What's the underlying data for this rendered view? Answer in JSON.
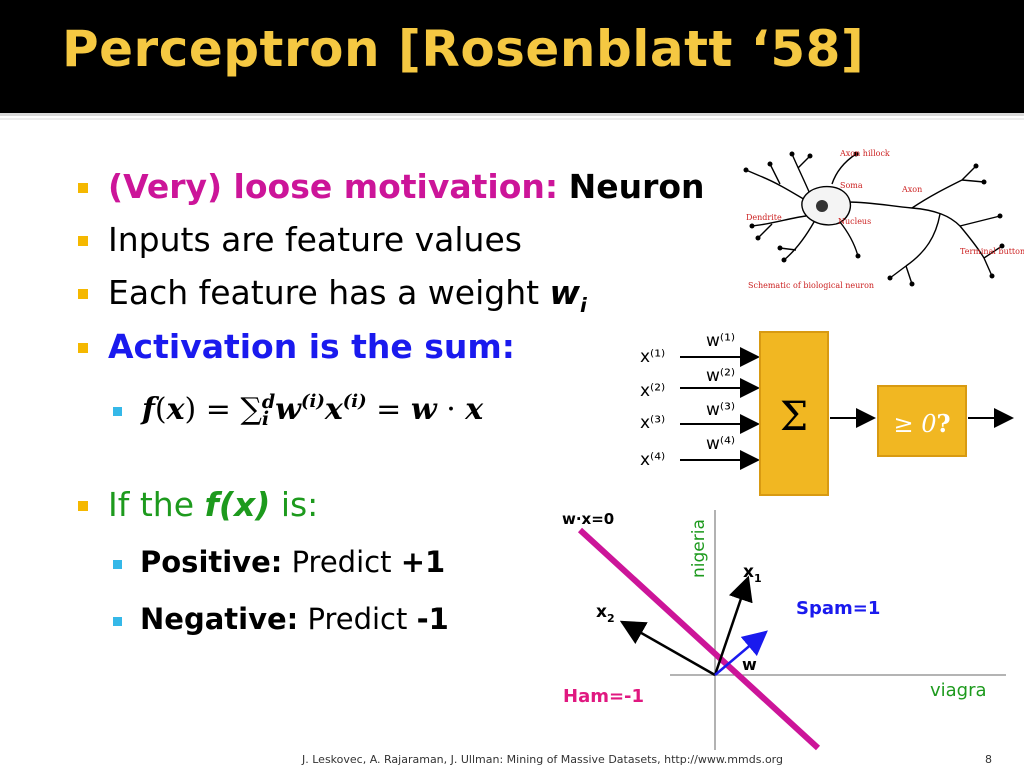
{
  "title": "Perceptron [Rosenblatt ‘58]",
  "bullets": {
    "b1_colored": "(Very) loose motivation:",
    "b1_bold": "Neuron",
    "b2": "Inputs are feature values",
    "b3": "Each feature has a weight",
    "b3_var": "w",
    "b3_sub": "i",
    "b4": "Activation is the sum:",
    "formula": {
      "f": "f",
      "lp": "(",
      "x": "x",
      "rp": ")",
      "eq": " = ",
      "sum": "∑",
      "sum_top": "d",
      "sum_bot": "i",
      "w": "w",
      "sup_i": "(i)",
      "x2": "x",
      "sup_i2": "(i)",
      "eq2": " = ",
      "w2": "w",
      "dot": " · ",
      "x3": "x"
    },
    "b5_pre": "If the",
    "b5_f": "f(x)",
    "b5_post": "is:",
    "sub1_bold": "Positive:",
    "sub1_text": "Predict",
    "sub1_val": "+1",
    "sub2_bold": "Negative:",
    "sub2_text": "Predict",
    "sub2_val": "-1"
  },
  "neuron": {
    "labels": [
      "Axon hillock",
      "Soma",
      "Axon",
      "Dendrite",
      "Nucleus",
      "Terminal buttons"
    ],
    "caption": "Schematic of biological neuron"
  },
  "perceptron": {
    "inputs": [
      "x⁽¹⁾",
      "x⁽²⁾",
      "x⁽³⁾",
      "x⁽⁴⁾"
    ],
    "weights": [
      "w⁽¹⁾",
      "w⁽²⁾",
      "w⁽³⁾",
      "w⁽⁴⁾"
    ],
    "sum_symbol": "Σ",
    "threshold_symbol": "≥",
    "threshold_value": "0",
    "threshold_q": "?"
  },
  "plot": {
    "boundary_label": "w·x=0",
    "y_axis_label": "nigeria",
    "x_axis_label": "viagra",
    "x1_label": "x",
    "x1_sub": "1",
    "x2_label": "x",
    "x2_sub": "2",
    "w_label": "w",
    "spam_label": "Spam=1",
    "ham_label": "Ham=-1"
  },
  "footer": {
    "citation": "J. Leskovec, A. Rajaraman, J. Ullman: Mining of Massive Datasets, http://www.mmds.org",
    "page_number": "8"
  },
  "colors": {
    "title": "#f5c842",
    "bullet": "#f5b800",
    "sub_bullet": "#35b8e8",
    "magenta": "#cc1599",
    "blue": "#1a1aee",
    "green": "#1d9a1d",
    "box_fill": "#f1b722",
    "box_stroke": "#d89a12"
  }
}
